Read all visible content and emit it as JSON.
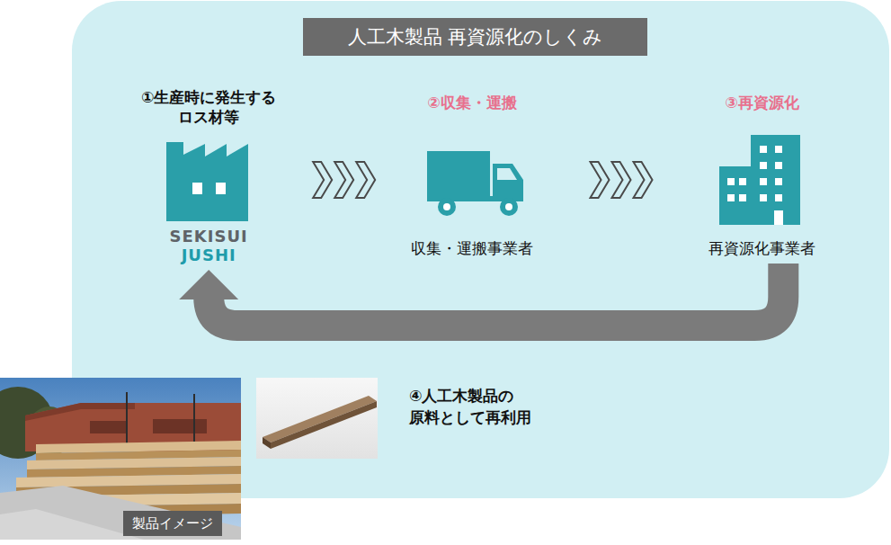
{
  "diagram": {
    "title": "人工木製品 再資源化のしくみ",
    "nodes": [
      {
        "text": [
          "①生産時に発生する ロス材等",
          "SEKISUI JUSHI"
        ]
      },
      {
        "text": [
          "②収集・運搬",
          "収集・運搬事業者"
        ]
      },
      {
        "text": [
          "③再資源化",
          "再資源化事業者"
        ]
      }
    ],
    "edges": [
      {
        "from": 0,
        "to": 1,
        "arrow": "to"
      },
      {
        "from": 1,
        "to": 2,
        "arrow": "to"
      },
      {
        "from": 2,
        "to": 0,
        "label": "④人工木製品の 原料として再利用",
        "arrow": "to"
      }
    ],
    "labels": [
      "製品イメージ"
    ]
  }
}
